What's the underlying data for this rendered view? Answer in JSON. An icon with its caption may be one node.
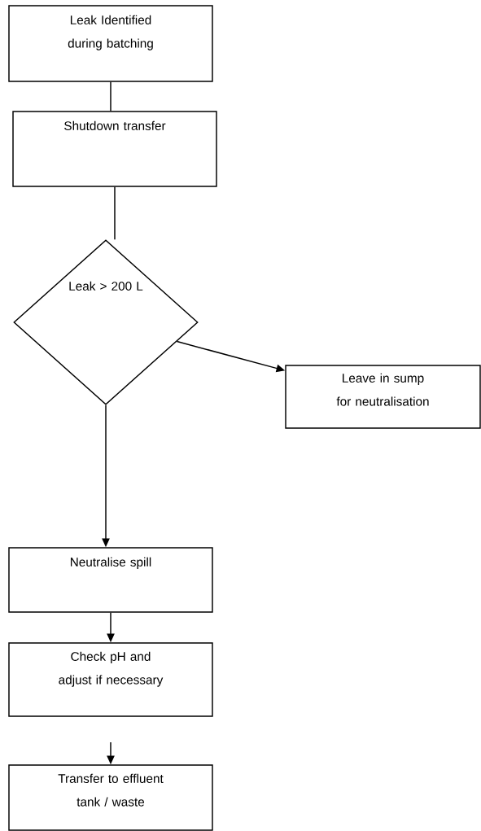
{
  "diagram": {
    "nodes": [
      {
        "text": [
          "Leak Identified during batching"
        ]
      },
      {
        "text": [
          "Shutdown transfer"
        ]
      },
      {
        "text": [
          "Leak > 200 L"
        ]
      },
      {
        "text": [
          "Leave in sump for neutralisation"
        ]
      },
      {
        "text": [
          "Neutralise spill"
        ]
      },
      {
        "text": [
          "Check pH and adjust if necessary"
        ]
      },
      {
        "text": [
          "Transfer to effluent tank / waste"
        ]
      }
    ],
    "edges": [
      {
        "from": 0,
        "to": 1,
        "arrow": "none"
      },
      {
        "from": 1,
        "to": 2,
        "arrow": "none"
      },
      {
        "from": 2,
        "to": 3,
        "arrow": "to"
      },
      {
        "from": 2,
        "to": 4,
        "arrow": "to"
      },
      {
        "from": 4,
        "to": 5,
        "arrow": "to"
      },
      {
        "from": null,
        "to": 6,
        "arrow": "to"
      }
    ]
  }
}
